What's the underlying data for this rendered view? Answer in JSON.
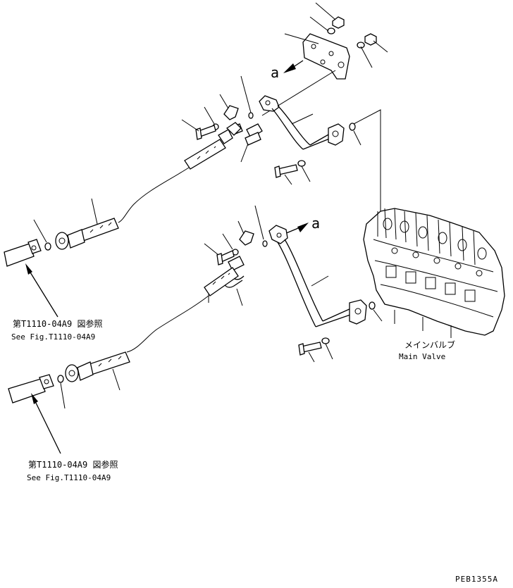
{
  "labels": {
    "a_upper": "a",
    "a_lower": "a",
    "ref1_jp": "第T1110-04A9 図参照",
    "ref1_en": "See Fig.T1110-04A9",
    "ref2_jp": "第T1110-04A9 図参照",
    "ref2_en": "See Fig.T1110-04A9",
    "main_valve_jp": "メインバルブ",
    "main_valve_en": "Main Valve",
    "drawing_code": "PEB1355A"
  }
}
